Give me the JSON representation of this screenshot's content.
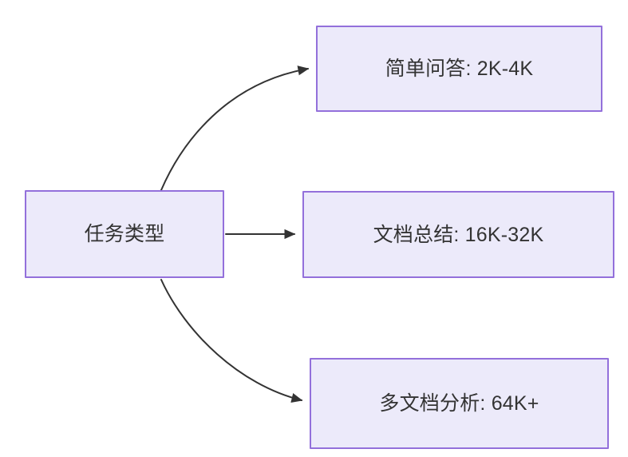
{
  "diagram": {
    "type": "flowchart",
    "direction": "left-to-right",
    "background_color": "#ffffff",
    "node_fill_color": "#ECEAFA",
    "node_border_color": "#9370DB",
    "node_text_color": "#333333",
    "edge_color": "#333333",
    "root": {
      "id": "task-type",
      "label": "任务类型"
    },
    "branches": [
      {
        "id": "simple-qa",
        "label": "简单问答: 2K-4K",
        "edge_style": "curved-up",
        "arrow": "arrowhead-icon"
      },
      {
        "id": "doc-summary",
        "label": "文档总结: 16K-32K",
        "edge_style": "straight",
        "arrow": "arrowhead-icon"
      },
      {
        "id": "multi-doc-analysis",
        "label": "多文档分析: 64K+",
        "edge_style": "curved-down",
        "arrow": "arrowhead-icon"
      }
    ]
  }
}
